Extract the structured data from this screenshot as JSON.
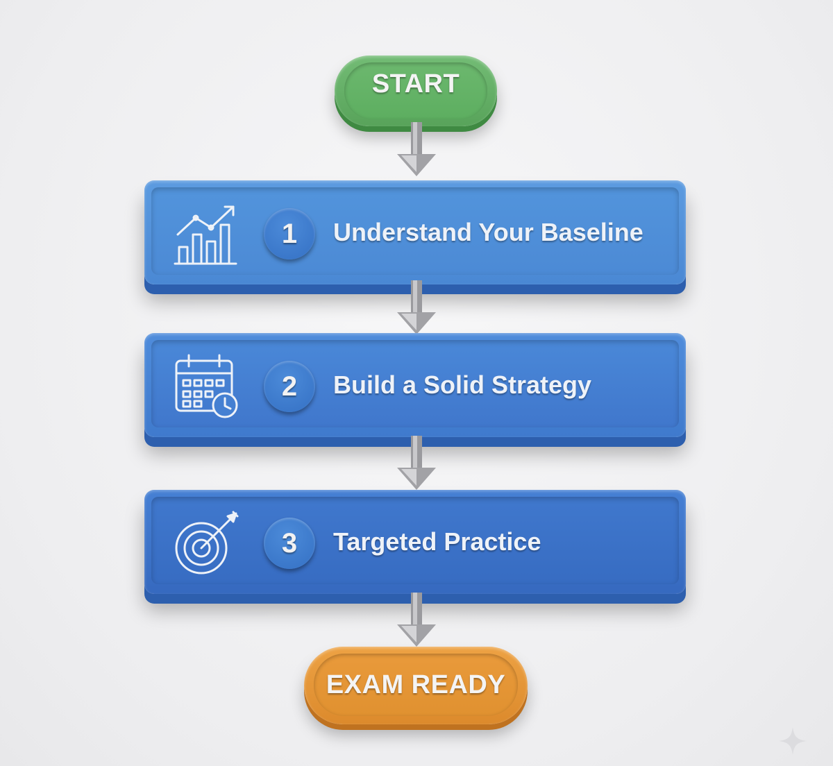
{
  "flow": {
    "start_label": "START",
    "end_label": "EXAM READY",
    "steps": [
      {
        "number": "1",
        "label": "Understand Your Baseline",
        "icon": "bar-chart-trend-icon"
      },
      {
        "number": "2",
        "label": "Build a Solid Strategy",
        "icon": "calendar-clock-icon"
      },
      {
        "number": "3",
        "label": "Targeted Practice",
        "icon": "target-arrow-icon"
      }
    ]
  },
  "colors": {
    "start": "#5fae62",
    "steps": "#4a88d4",
    "end": "#e3932f",
    "text": "#f2f2f2"
  }
}
